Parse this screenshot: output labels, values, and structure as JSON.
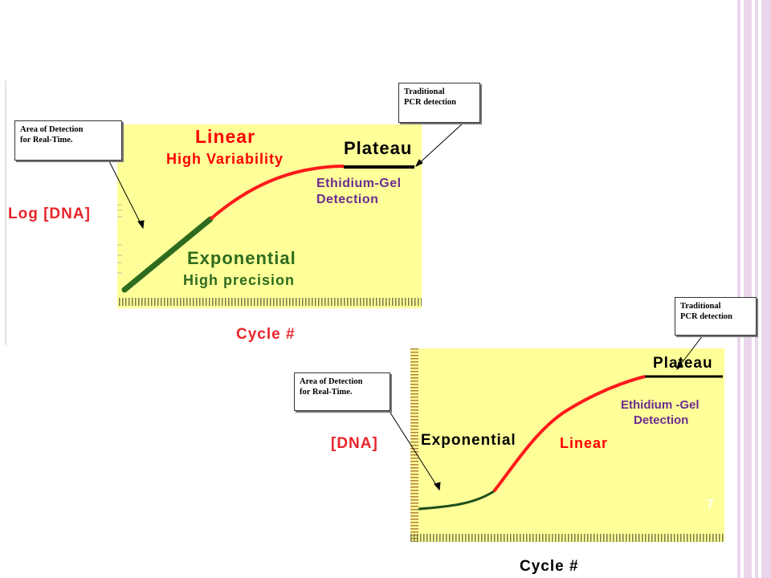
{
  "colors": {
    "panel": "#ffff99",
    "exponential": "#2e6b1e",
    "linear": "#ff1a1a",
    "plateau": "#000000",
    "purple_text": "#6b2c91",
    "title_red": "#e8242a",
    "stripe_pink": "#ead6ec"
  },
  "top_chart": {
    "ylabel": "Log [DNA]",
    "xlabel": "Cycle  #",
    "label_linear": "Linear",
    "label_high_variability": "High Variability",
    "label_plateau": "Plateau",
    "label_ethidium": "Ethidium-Gel",
    "label_detection": "Detection",
    "label_exponential": "Exponential",
    "label_high_precision": "High precision",
    "callout_detection": "Area of Detection\nfor Real-Time.",
    "callout_traditional": "Traditional\nPCR detection"
  },
  "bottom_chart": {
    "ylabel": "[DNA]",
    "xlabel": "Cycle #",
    "label_plateau": "Plateau",
    "label_ethidium": "Ethidium -Gel",
    "label_detection": "Detection",
    "label_exponential": "Exponential",
    "label_linear": "Linear",
    "callout_detection": "Area of Detection\nfor Real-Time.",
    "callout_traditional": "Traditional\nPCR detection"
  },
  "slide_number": "7"
}
